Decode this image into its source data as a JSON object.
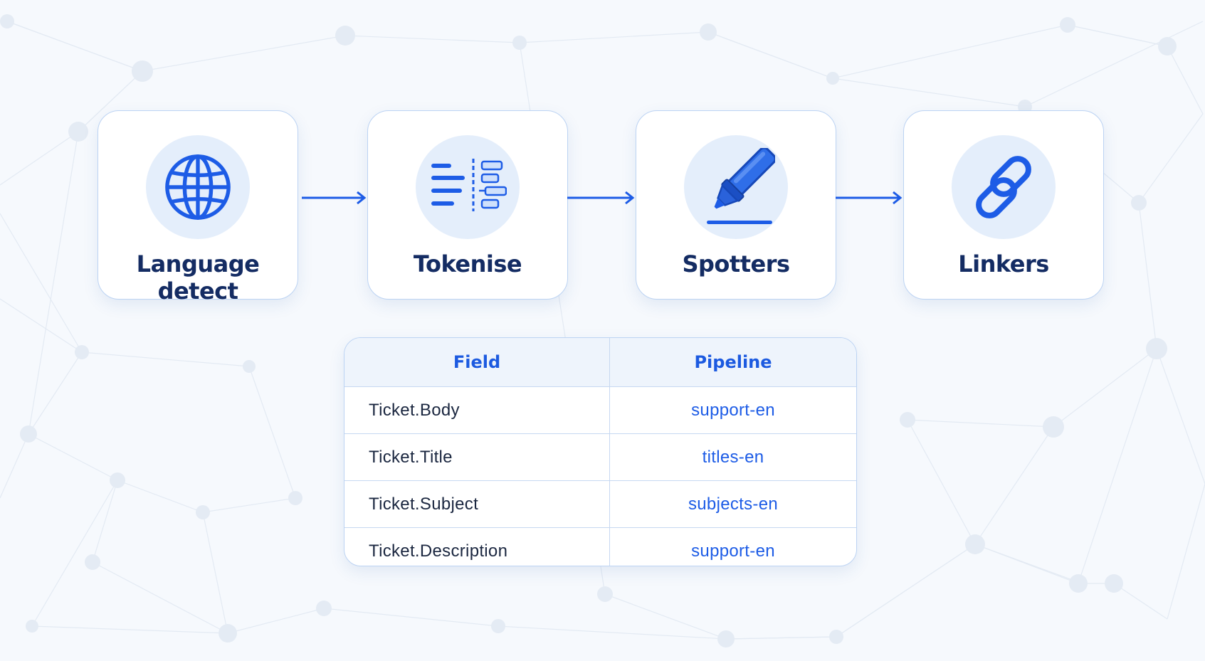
{
  "stages": [
    {
      "label": "Language detect",
      "icon": "globe-icon"
    },
    {
      "label": "Tokenise",
      "icon": "tokens-icon"
    },
    {
      "label": "Spotters",
      "icon": "highlighter-icon"
    },
    {
      "label": "Linkers",
      "icon": "chain-link-icon"
    }
  ],
  "table": {
    "headers": {
      "field": "Field",
      "pipeline": "Pipeline"
    },
    "rows": [
      {
        "field": "Ticket.Body",
        "pipeline": "support-en"
      },
      {
        "field": "Ticket.Title",
        "pipeline": "titles-en"
      },
      {
        "field": "Ticket.Subject",
        "pipeline": "subjects-en"
      },
      {
        "field": "Ticket.Description",
        "pipeline": "support-en"
      }
    ]
  },
  "colors": {
    "accent": "#1d5ce6",
    "label_text": "#142c63",
    "card_border": "#bcd3f3",
    "icon_circle": "#e4eefb",
    "background": "#f6f9fd"
  }
}
